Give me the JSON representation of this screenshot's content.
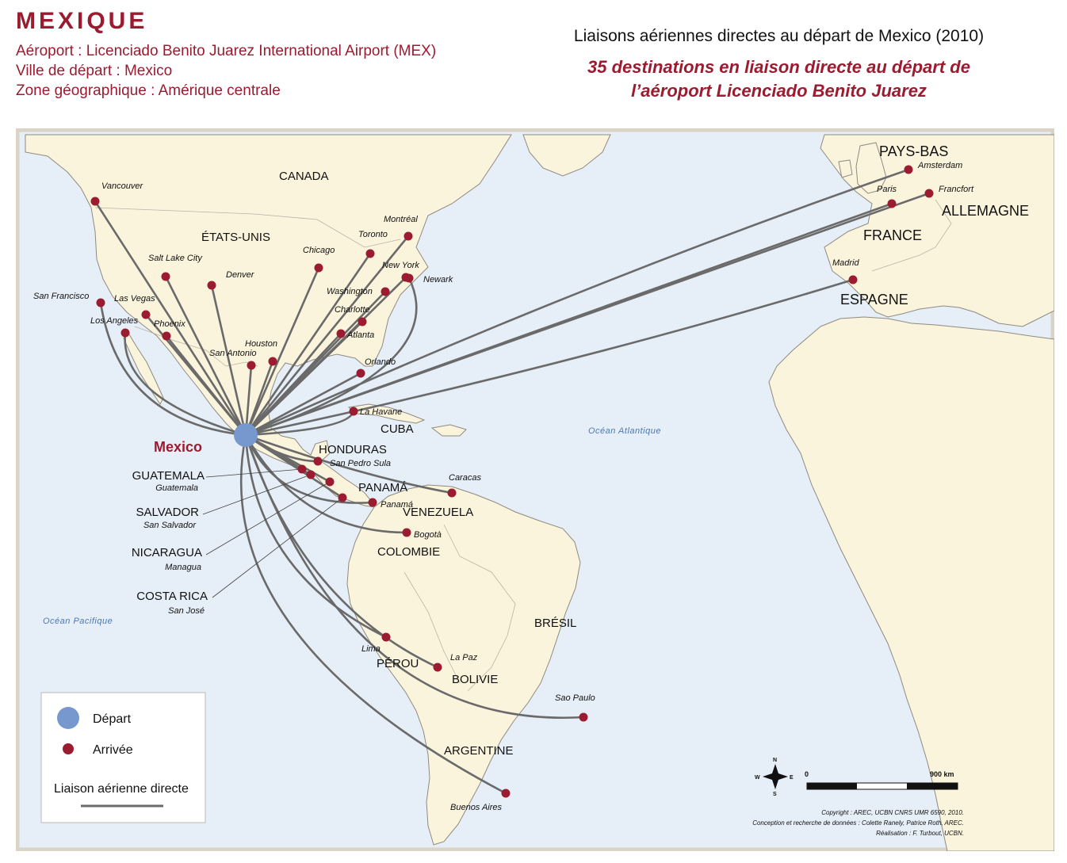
{
  "header": {
    "country": "MEXIQUE",
    "airport_line": "Aéroport : Licenciado Benito Juarez International Airport (MEX)",
    "city_line": "Ville de départ : Mexico",
    "zone_line": "Zone géographique : Amérique centrale",
    "map_title": "Liaisons aériennes directes au départ de Mexico (2010)",
    "subtitle_line1": "35 destinations en liaison directe au départ de",
    "subtitle_line2": "l’aéroport Licenciado Benito Juarez"
  },
  "colors": {
    "land": "#fbf4dc",
    "sea": "#e6eef7",
    "border": "#8f8a80",
    "route": "#6a6a6a",
    "departure": "#7797cf",
    "arrival": "#9b1b30",
    "frame": "#d9d4c6"
  },
  "origin": {
    "name": "Mexico"
  },
  "destinations": [
    {
      "name": "Vancouver"
    },
    {
      "name": "Salt Lake City"
    },
    {
      "name": "Denver"
    },
    {
      "name": "San Francisco"
    },
    {
      "name": "Las Vegas"
    },
    {
      "name": "Los Angeles"
    },
    {
      "name": "Phoenix"
    },
    {
      "name": "San Antonio"
    },
    {
      "name": "Houston"
    },
    {
      "name": "Chicago"
    },
    {
      "name": "Toronto"
    },
    {
      "name": "Montréal"
    },
    {
      "name": "New York"
    },
    {
      "name": "Newark"
    },
    {
      "name": "Washington"
    },
    {
      "name": "Charlotte"
    },
    {
      "name": "Atlanta"
    },
    {
      "name": "Orlando"
    },
    {
      "name": "La Havane"
    },
    {
      "name": "San Pedro Sula"
    },
    {
      "name": "Guatemala"
    },
    {
      "name": "San Salvador"
    },
    {
      "name": "Managua"
    },
    {
      "name": "San José"
    },
    {
      "name": "Panamá"
    },
    {
      "name": "Caracas"
    },
    {
      "name": "Bogotà"
    },
    {
      "name": "Lima"
    },
    {
      "name": "La Paz"
    },
    {
      "name": "Sao Paulo"
    },
    {
      "name": "Buenos Aires"
    },
    {
      "name": "Amsterdam"
    },
    {
      "name": "Paris"
    },
    {
      "name": "Francfort"
    },
    {
      "name": "Madrid"
    }
  ],
  "countries": [
    "CANADA",
    "ÉTATS-UNIS",
    "PAYS-BAS",
    "ALLEMAGNE",
    "FRANCE",
    "ESPAGNE",
    "CUBA",
    "HONDURAS",
    "PANAMÁ",
    "VENEZUELA",
    "COLOMBIE",
    "BRÉSIL",
    "PÉROU",
    "BOLIVIE",
    "ARGENTINE",
    "GUATEMALA",
    "SALVADOR",
    "NICARAGUA",
    "COSTA RICA"
  ],
  "oceans": [
    "Océan Atlantique",
    "Océan Pacifique"
  ],
  "legend": {
    "departure": "Départ",
    "arrival": "Arrivée",
    "route": "Liaison aérienne directe"
  },
  "scale": {
    "start": "0",
    "end": "900 km"
  },
  "compass": {
    "n": "N",
    "s": "S",
    "e": "E",
    "w": "W"
  },
  "credits": [
    "Copyright : AREC, UCBN CNRS UMR 6590, 2010.",
    "Conception et recherche de données : Colette Ranely, Patrice Roth, AREC.",
    "Réalisation : F. Turbout, UCBN."
  ]
}
